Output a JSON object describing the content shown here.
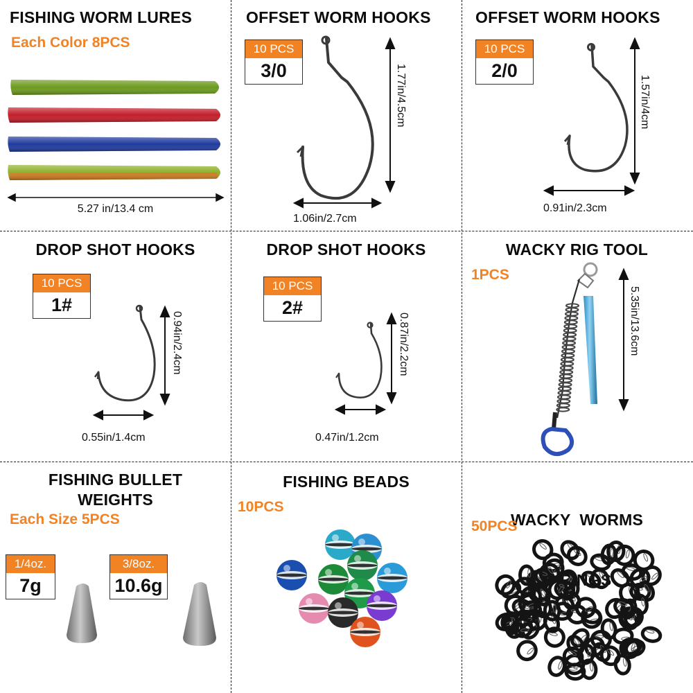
{
  "panels": {
    "worm_lures": {
      "title": "FISHING WORM LURES",
      "subtitle": "Each Color 8PCS",
      "length": "5.27 in/13.4 cm",
      "colors": [
        "#6c9a1e",
        "#c41e2a",
        "#1f3a9e",
        "#8fb02a"
      ]
    },
    "offset_3_0": {
      "title": "OFFSET WORM HOOKS",
      "badge_count": "10 PCS",
      "badge_size": "3/0",
      "height": "1.77in/4.5cm",
      "width": "1.06in/2.7cm"
    },
    "offset_2_0": {
      "title": "OFFSET WORM HOOKS",
      "badge_count": "10 PCS",
      "badge_size": "2/0",
      "height": "1.57in/4cm",
      "width": "0.91in/2.3cm"
    },
    "drop_1": {
      "title": "DROP SHOT HOOKS",
      "badge_count": "10 PCS",
      "badge_size": "1#",
      "height": "0.94in/2.4cm",
      "width": "0.55in/1.4cm"
    },
    "drop_2": {
      "title": "DROP SHOT HOOKS",
      "badge_count": "10 PCS",
      "badge_size": "2#",
      "height": "0.87in/2.2cm",
      "width": "0.47in/1.2cm"
    },
    "wacky_tool": {
      "title": "WACKY RIG TOOL",
      "subtitle": "1PCS",
      "height": "5.35in/13.6cm"
    },
    "bullet_weights": {
      "title_line1": "FISHING BULLET",
      "title_line2": "WEIGHTS",
      "subtitle": "Each Size 5PCS",
      "weights": [
        {
          "label": "1/4oz.",
          "value": "7g"
        },
        {
          "label": "3/8oz.",
          "value": "10.6g"
        }
      ]
    },
    "beads": {
      "title": "FISHING BEADS",
      "subtitle": "10PCS"
    },
    "orings": {
      "title_line1": "WACKY  WORMS",
      "title_line2": "O-RINGS",
      "subtitle": "50PCS"
    }
  },
  "colors": {
    "accent": "#f18324",
    "text": "#111111"
  }
}
